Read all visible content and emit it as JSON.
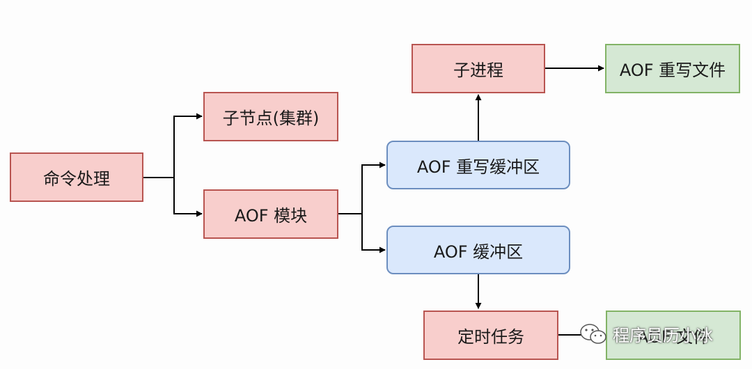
{
  "nodes": {
    "command": "命令处理",
    "replica": "子节点(集群)",
    "aof_module": "AOF 模块",
    "rewrite_buffer": "AOF 重写缓冲区",
    "aof_buffer": "AOF 缓冲区",
    "child_process": "子进程",
    "rewrite_file": "AOF 重写文件",
    "timer_task": "定时任务",
    "aof_file": "AOF 文件"
  },
  "colors": {
    "red_fill": "#f8cecc",
    "red_border": "#b85450",
    "green_fill": "#d5e8d4",
    "green_border": "#82b366",
    "blue_fill": "#dae8fc",
    "blue_border": "#6c8ebf",
    "edge": "#000000"
  },
  "watermark": {
    "text": "程序员历小冰",
    "icon": "wechat-icon"
  }
}
